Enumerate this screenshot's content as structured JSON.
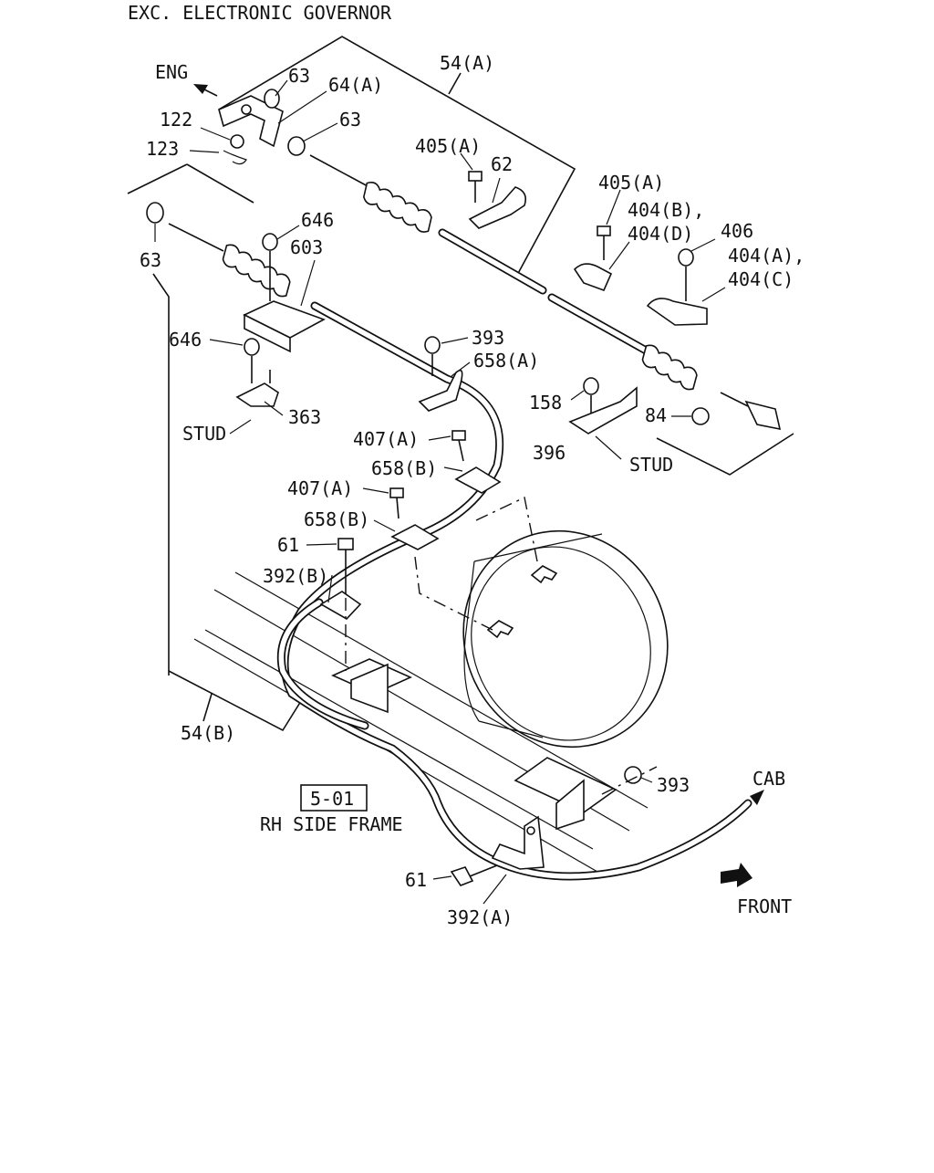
{
  "header": {
    "title": "EXC.  ELECTRONIC GOVERNOR"
  },
  "directions": {
    "eng": "ENG",
    "cab": "CAB",
    "front": "FRONT"
  },
  "reference": {
    "box": "5-01",
    "caption": "RH SIDE FRAME"
  },
  "callouts": {
    "c63_top": "63",
    "c64a": "64(A)",
    "c63_mid": "63",
    "c54a": "54(A)",
    "c122": "122",
    "c123": "123",
    "c405a_1": "405(A)",
    "c62": "62",
    "c405a_2": "405(A)",
    "c404b": "404(B),",
    "c404d": "404(D)",
    "c406": "406",
    "c404a": "404(A),",
    "c404c": "404(C)",
    "c63_left": "63",
    "c646_top": "646",
    "c603": "603",
    "c646_left": "646",
    "c393_top": "393",
    "c658a": "658(A)",
    "c363": "363",
    "c_stud_left": "STUD",
    "c158": "158",
    "c84": "84",
    "c396": "396",
    "c_stud_right": "STUD",
    "c407a_1": "407(A)",
    "c658b_1": "658(B)",
    "c407a_2": "407(A)",
    "c658b_2": "658(B)",
    "c61_top": "61",
    "c392b": "392(B)",
    "c54b": "54(B)",
    "c393_bottom": "393",
    "c61_bottom": "61",
    "c392a": "392(A)"
  }
}
